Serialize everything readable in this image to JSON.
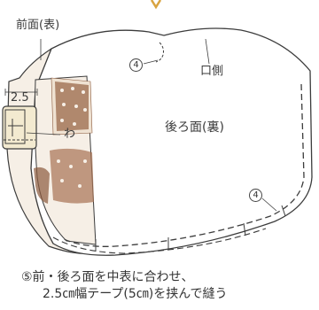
{
  "labels": {
    "front_label": "前面(表)",
    "mouth_side_label": "口側",
    "back_label": "後ろ面(裏)",
    "front_width": "2.5",
    "loop_label": "わ",
    "step_marker_top": "4",
    "step_marker_bottom": "4"
  },
  "instruction": {
    "line1": "⑤前・後ろ面を中表に合わせ、",
    "line2": "2.5㎝幅テープ(5㎝)を挟んで縫う"
  },
  "colors": {
    "outline": "#3c3c3c",
    "front_fabric": "#f6efe6",
    "pattern_brown": "#8b5a3c",
    "tape_cream": "#f3ead0",
    "accent_gold": "#d9a441"
  }
}
